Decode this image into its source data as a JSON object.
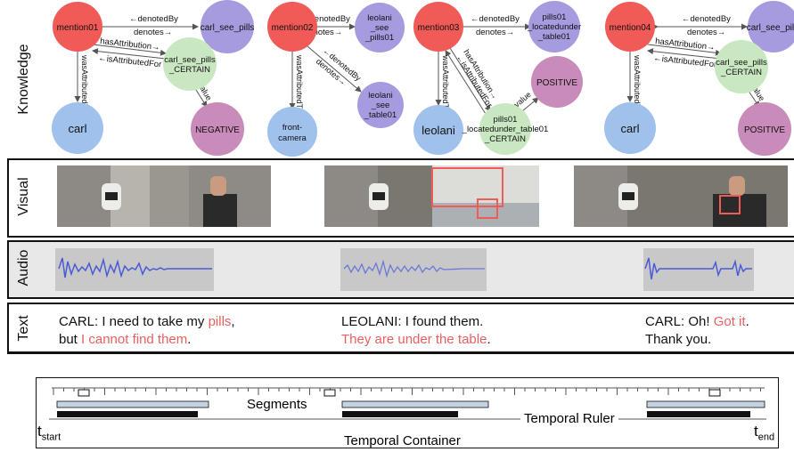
{
  "row_labels": {
    "knowledge": "Knowledge",
    "visual": "Visual",
    "audio": "Audio",
    "text": "Text"
  },
  "graphs": [
    {
      "mention": "mention01",
      "target": "carl_see_pills",
      "attribution": "carl_see_pills\n_CERTAIN",
      "source": "carl",
      "value": "NEGATIVE"
    },
    {
      "mention": "mention02",
      "target": "leolani\n_see\n_pills01",
      "attribution": "leolani\n_see\n_table01",
      "source": "front-\ncamera",
      "value": ""
    },
    {
      "mention": "mention03",
      "target": "pills01\n_locatedunder\n_table01",
      "attribution": "pills01\n_locatedunder_table01\n_CERTAIN",
      "source": "leolani",
      "value": "POSITIVE"
    },
    {
      "mention": "mention04",
      "target": "carl_see_pills",
      "attribution": "carl_see_pills\n_CERTAIN",
      "source": "carl",
      "value": "POSITIVE"
    }
  ],
  "edge_labels": {
    "denotedBy": "←denotedBy",
    "denotes": "denotes→",
    "hasAttribution": "hasAttribution→",
    "isAttributedFor": "←isAttributedFor",
    "wasAttributedTo": "wasAttributedTo",
    "value": "value"
  },
  "text": {
    "seg1_line1_a": "CARL: I need to take my ",
    "seg1_line1_b": "pills",
    "seg1_line1_c": ",",
    "seg1_line2_a": "but ",
    "seg1_line2_b": "I cannot find them",
    "seg1_line2_c": ".",
    "seg2_line1": "LEOLANI: I found them.",
    "seg2_line2_a": "They are under the table",
    "seg2_line2_b": ".",
    "seg3_line1_a": "CARL: Oh! ",
    "seg3_line1_b": "Got it",
    "seg3_line1_c": ".",
    "seg3_line2": "Thank you."
  },
  "timeline": {
    "segments": "Segments",
    "ruler": "Temporal Ruler",
    "container": "Temporal Container",
    "t_start": "t",
    "t_start_sub": "start",
    "t_end": "t",
    "t_end_sub": "end"
  },
  "colors": {
    "mention": "#f05a57",
    "target": "#a79be0",
    "attribution": "#c9e8c2",
    "source": "#9fc1ec",
    "value": "#c98bb9",
    "highlight": "#e8615f",
    "audio_bg": "#c8c8c8",
    "waveform": "#4a5bd6"
  }
}
